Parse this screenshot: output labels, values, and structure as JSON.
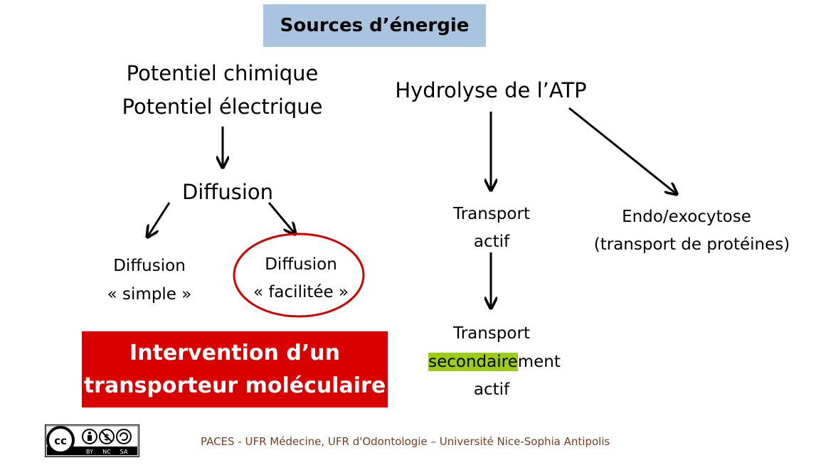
{
  "title": "Sources d’énergie",
  "left": {
    "source_line1": "Potentiel chimique",
    "source_line2": "Potentiel électrique",
    "diffusion": "Diffusion",
    "simple_line1": "Diffusion",
    "simple_line2": "« simple »",
    "facilitee_line1": "Diffusion",
    "facilitee_line2": "« facilitée »"
  },
  "right": {
    "atp": "Hydrolyse de l’ATP",
    "actif_line1": "Transport",
    "actif_line2": "actif",
    "endo_line1": "Endo/exocytose",
    "endo_line2": "(transport de protéines)",
    "secondaire_line1": "Transport",
    "secondaire_highlight": "secondaire",
    "secondaire_rest": "ment",
    "secondaire_line3": "actif"
  },
  "callout": {
    "line1": "Intervention d’un",
    "line2": "transporteur moléculaire"
  },
  "license": {
    "icon": "cc-by-nc-sa-badge",
    "labels": [
      "BY",
      "NC",
      "SA"
    ]
  },
  "footer": "PACES - UFR Médecine, UFR d'Odontologie – Université Nice-Sophia Antipolis",
  "colors": {
    "title_bg": "#a9c4df",
    "callout_bg": "#d90000",
    "highlight": "#9ccb19",
    "circle": "#d40000",
    "footer_text": "#7a3c1e"
  }
}
